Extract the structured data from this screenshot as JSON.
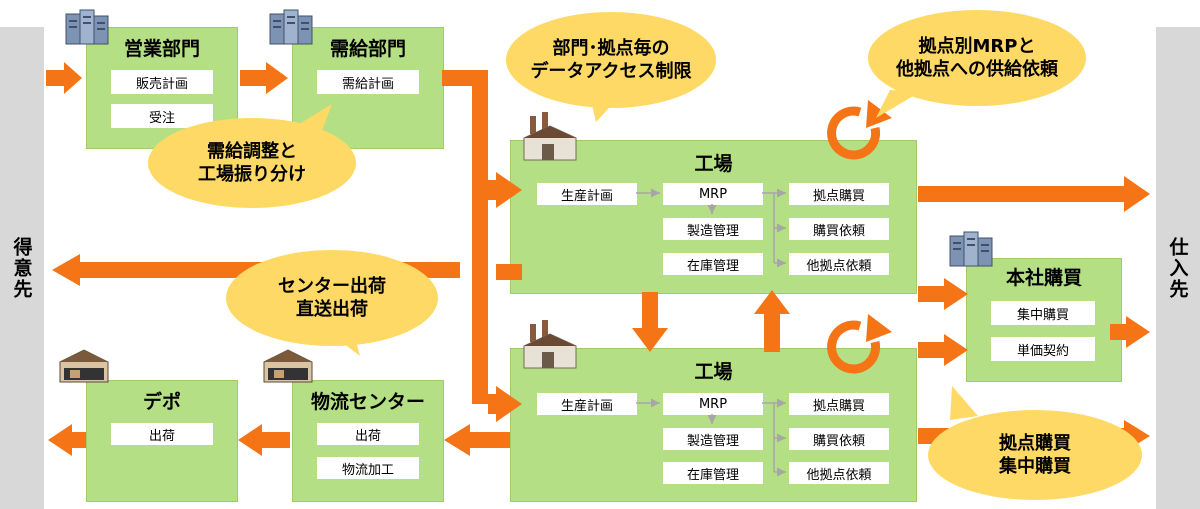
{
  "sides": {
    "left": "得意先",
    "right": "仕入先"
  },
  "sales": {
    "title": "営業部門",
    "items": [
      "販売計画",
      "受注"
    ]
  },
  "supply": {
    "title": "需給部門",
    "items": [
      "需給計画"
    ]
  },
  "factory1": {
    "title": "工場",
    "col1": [
      "生産計画"
    ],
    "col2": [
      "MRP",
      "製造管理",
      "在庫管理"
    ],
    "col3": [
      "拠点購買",
      "購買依頼",
      "他拠点依頼"
    ]
  },
  "factory2": {
    "title": "工場",
    "col1": [
      "生産計画"
    ],
    "col2": [
      "MRP",
      "製造管理",
      "在庫管理"
    ],
    "col3": [
      "拠点購買",
      "購買依頼",
      "他拠点依頼"
    ]
  },
  "hq": {
    "title": "本社購買",
    "items": [
      "集中購買",
      "単価契約"
    ]
  },
  "logistics": {
    "title": "物流センター",
    "items": [
      "出荷",
      "物流加工"
    ]
  },
  "depot": {
    "title": "デポ",
    "items": [
      "出荷"
    ]
  },
  "bubbles": {
    "access": "部門･拠点毎の\nデータアクセス制限",
    "mrp": "拠点別MRPと\n他拠点への供給依頼",
    "adjust": "需給調整と\n工場振り分け",
    "shipping": "センター出荷\n直送出荷",
    "purchase": "拠点購買\n集中購買"
  },
  "colors": {
    "arrow": "#f57415",
    "box": "#b5df84",
    "bubble": "#ffd966",
    "side": "#d8d8d8"
  },
  "icons": [
    "server-icon",
    "factory-icon",
    "warehouse-icon"
  ]
}
